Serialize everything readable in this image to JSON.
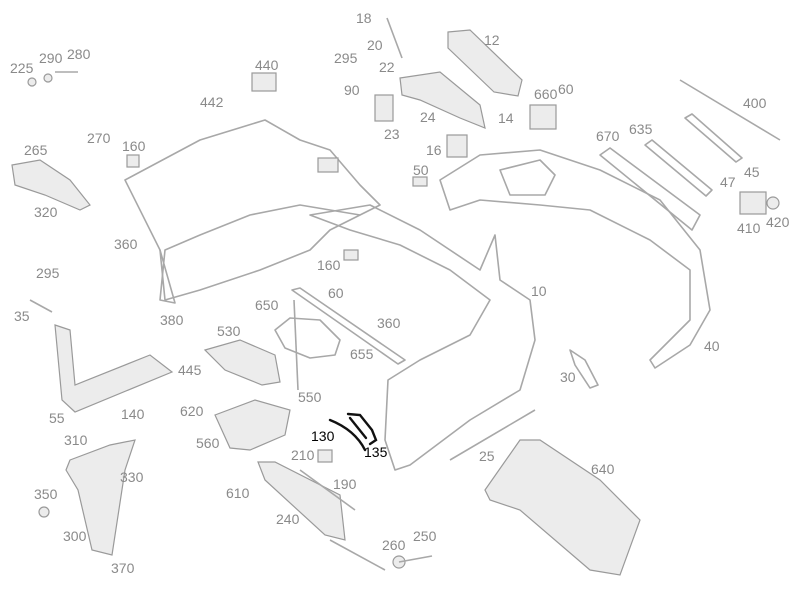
{
  "diagram": {
    "title": "Rear bumper exploded parts diagram",
    "highlight_color": "#000000",
    "label_color": "#8a8a8a",
    "part_labels": [
      "18",
      "20",
      "22",
      "12",
      "295",
      "440",
      "442",
      "90",
      "225",
      "290",
      "280",
      "660",
      "60",
      "400",
      "14",
      "23",
      "24",
      "270",
      "160",
      "265",
      "16",
      "670",
      "635",
      "50",
      "45",
      "47",
      "320",
      "360",
      "410",
      "420",
      "295",
      "160",
      "60",
      "10",
      "35",
      "650",
      "360",
      "380",
      "530",
      "655",
      "40",
      "445",
      "550",
      "30",
      "55",
      "140",
      "620",
      "310",
      "560",
      "130",
      "135",
      "210",
      "25",
      "330",
      "640",
      "190",
      "610",
      "350",
      "240",
      "300",
      "250",
      "260",
      "370"
    ],
    "highlighted_parts": [
      "130",
      "135"
    ]
  }
}
